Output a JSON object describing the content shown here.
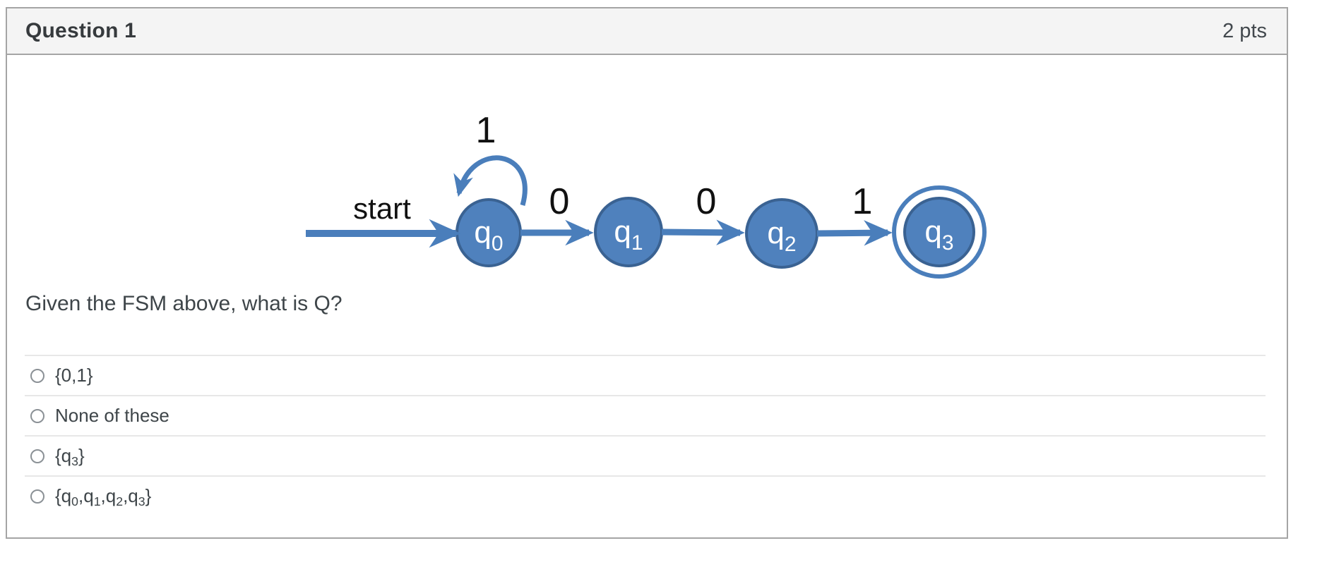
{
  "header": {
    "title": "Question 1",
    "points": "2 pts"
  },
  "question": {
    "text": "Given the FSM above, what is Q?"
  },
  "diagram": {
    "type": "finite-state-machine",
    "start_label": "start",
    "states": [
      {
        "id": "q0",
        "main": "q",
        "sub": "0",
        "accepting": false
      },
      {
        "id": "q1",
        "main": "q",
        "sub": "1",
        "accepting": false
      },
      {
        "id": "q2",
        "main": "q",
        "sub": "2",
        "accepting": false
      },
      {
        "id": "q3",
        "main": "q",
        "sub": "3",
        "accepting": true
      }
    ],
    "transitions": [
      {
        "from": "q0",
        "to": "q0",
        "label": "1",
        "shape": "self-loop"
      },
      {
        "from": "q0",
        "to": "q1",
        "label": "0",
        "shape": "straight"
      },
      {
        "from": "q1",
        "to": "q2",
        "label": "0",
        "shape": "straight"
      },
      {
        "from": "q2",
        "to": "q3",
        "label": "1",
        "shape": "straight"
      }
    ],
    "colors": {
      "state_fill": "#4f81bd",
      "state_stroke": "#3a6292",
      "arrow": "#4a7ebb",
      "label_text": "#000000",
      "state_label_text": "#ffffff"
    }
  },
  "options": [
    {
      "segments": [
        {
          "t": "{0,1}"
        }
      ]
    },
    {
      "segments": [
        {
          "t": "None of these"
        }
      ]
    },
    {
      "segments": [
        {
          "t": "{q"
        },
        {
          "t": "3",
          "sub": true
        },
        {
          "t": "}"
        }
      ]
    },
    {
      "segments": [
        {
          "t": "{q"
        },
        {
          "t": "0",
          "sub": true
        },
        {
          "t": ",q"
        },
        {
          "t": "1",
          "sub": true
        },
        {
          "t": ",q"
        },
        {
          "t": "2",
          "sub": true
        },
        {
          "t": ",q"
        },
        {
          "t": "3",
          "sub": true
        },
        {
          "t": "}"
        }
      ]
    }
  ]
}
